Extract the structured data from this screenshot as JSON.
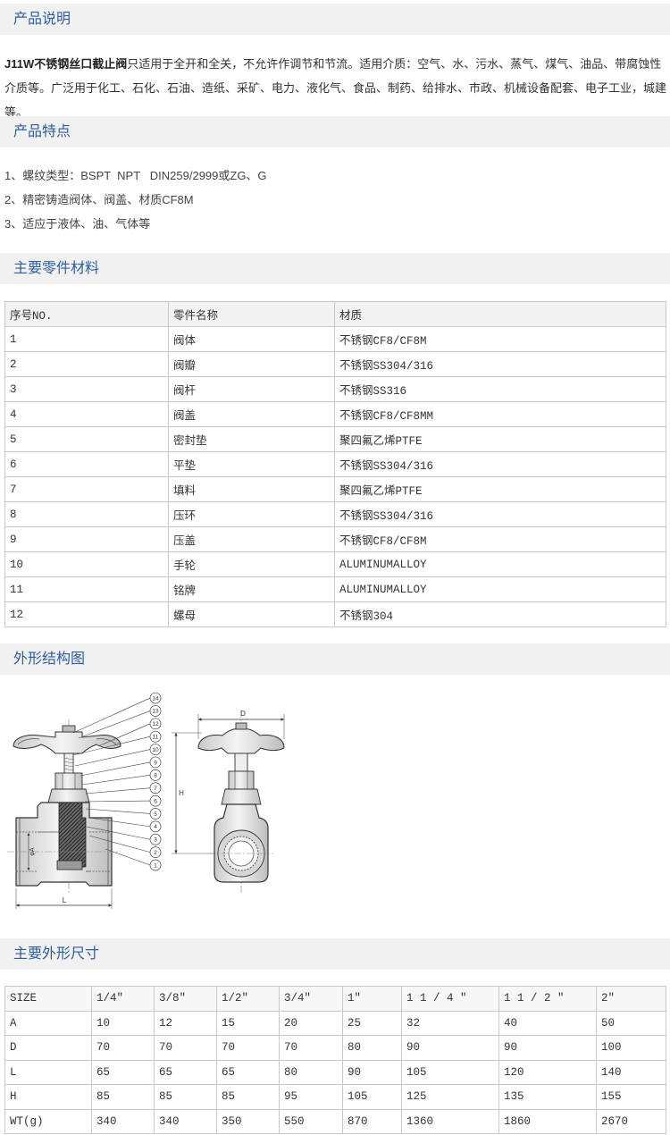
{
  "headings": {
    "description": "产品说明",
    "features": "产品特点",
    "parts": "主要零件材料",
    "structure": "外形结构图",
    "dimensions": "主要外形尺寸"
  },
  "description": {
    "product_name": "J11W不锈钢丝口截止阀",
    "text": "只适用于全开和全关，不允许作调节和节流。适用介质：空气、水、污水、蒸气、煤气、油品、带腐蚀性介质等。广泛用于化工、石化、石油、造纸、采矿、电力、液化气、食品、制药、给排水、市政、机械设备配套、电子工业，城建等。"
  },
  "features": [
    "1、螺纹类型：BSPT  NPT   DIN259/2999或ZG、G",
    "2、精密铸造阀体、阀盖、材质CF8M",
    "3、适应于液体、油、气体等"
  ],
  "parts": {
    "headers": [
      "序号NO.",
      "零件名称",
      "材质"
    ],
    "rows": [
      [
        "1",
        "阀体",
        "不锈钢CF8/CF8M"
      ],
      [
        "2",
        "阀瓣",
        "不锈钢SS304/316"
      ],
      [
        "3",
        "阀杆",
        "不锈钢SS316"
      ],
      [
        "4",
        "阀盖",
        "不锈钢CF8/CF8MM"
      ],
      [
        "5",
        "密封垫",
        "聚四氟乙烯PTFE"
      ],
      [
        "6",
        "平垫",
        "不锈钢SS304/316"
      ],
      [
        "7",
        "填料",
        "聚四氟乙烯PTFE"
      ],
      [
        "8",
        "压环",
        "不锈钢SS304/316"
      ],
      [
        "9",
        "压盖",
        "不锈钢CF8/CF8M"
      ],
      [
        "10",
        "手轮",
        "ALUMINUMALLOY"
      ],
      [
        "11",
        "铭牌",
        "ALUMINUMALLOY"
      ],
      [
        "12",
        "螺母",
        "不锈钢304"
      ]
    ]
  },
  "diagram": {
    "callouts": [
      "1",
      "2",
      "3",
      "4",
      "5",
      "6",
      "7",
      "8",
      "9",
      "10",
      "11",
      "12",
      "13",
      "14"
    ],
    "labels": {
      "d": "D",
      "h": "H",
      "l": "L",
      "a": "φA"
    }
  },
  "dimensions": {
    "headers": [
      "SIZE",
      "1/4″",
      "3/8″",
      "1/2″",
      "3/4″",
      "1″",
      "1 1 / 4 ″",
      "1 1 / 2 ″",
      "2″"
    ],
    "rows": [
      [
        "A",
        "10",
        "12",
        "15",
        "20",
        "25",
        "32",
        "40",
        "50"
      ],
      [
        "D",
        "70",
        "70",
        "70",
        "70",
        "80",
        "90",
        "90",
        "100"
      ],
      [
        "L",
        "65",
        "65",
        "65",
        "80",
        "90",
        "105",
        "120",
        "140"
      ],
      [
        "H",
        "85",
        "85",
        "85",
        "95",
        "105",
        "125",
        "135",
        "155"
      ],
      [
        "WT(g)",
        "340",
        "340",
        "350",
        "550",
        "870",
        "1360",
        "1860",
        "2670"
      ]
    ]
  },
  "colors": {
    "heading_text": "#2d5f9e",
    "heading_bg": "#f1f1f1",
    "table_border": "#c8c8c8",
    "body_text": "#333333"
  }
}
